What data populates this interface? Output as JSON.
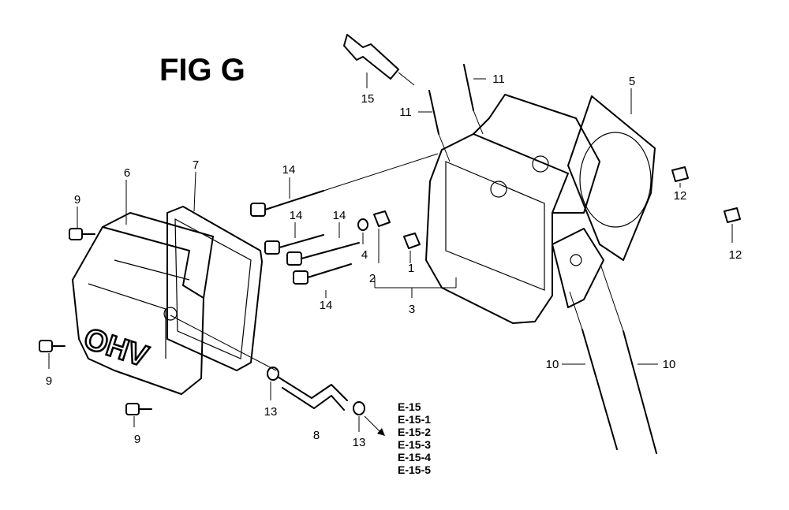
{
  "figure": {
    "title": "FIG G",
    "emblem": "OHV"
  },
  "callouts": {
    "c1": "1",
    "c2": "2",
    "c3": "3",
    "c4": "4",
    "c5": "5",
    "c6": "6",
    "c7": "7",
    "c8": "8",
    "c9a": "9",
    "c9b": "9",
    "c9c": "9",
    "c10a": "10",
    "c10b": "10",
    "c11a": "11",
    "c11b": "11",
    "c12a": "12",
    "c12b": "12",
    "c13a": "13",
    "c13b": "13",
    "c14a": "14",
    "c14b": "14",
    "c14c": "14",
    "c14d": "14",
    "c15": "15"
  },
  "references": [
    "E-15",
    "E-15-1",
    "E-15-2",
    "E-15-3",
    "E-15-4",
    "E-15-5"
  ]
}
